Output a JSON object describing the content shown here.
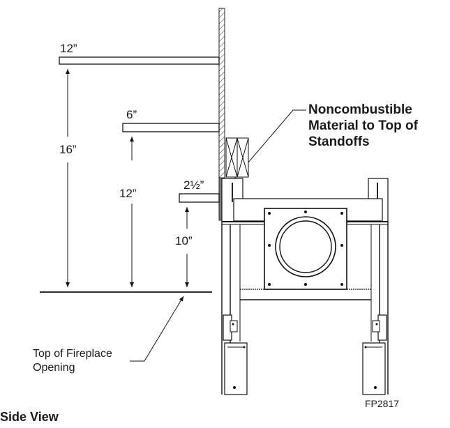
{
  "dimensions": {
    "mantle_depth_large": "12”",
    "mantle_depth_medium": "6”",
    "mantle_depth_small": "2½”",
    "clearance_large": "16”",
    "clearance_medium": "12”",
    "clearance_small": "10”"
  },
  "callout": {
    "line1": "Noncombustible",
    "line2": "Material to Top of",
    "line3": "Standoffs"
  },
  "note": {
    "line1": "Top of Fireplace",
    "line2": "Opening"
  },
  "view_title": "Side View",
  "figure_code": "FP2817"
}
